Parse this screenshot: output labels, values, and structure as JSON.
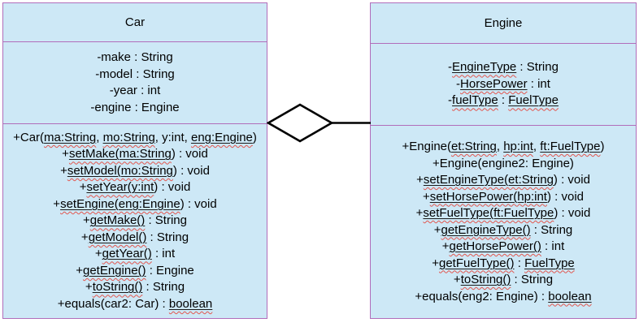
{
  "classes": [
    {
      "name": "Car",
      "attributes": [
        [
          {
            "text": "-make : String",
            "misspelled": false
          }
        ],
        [
          {
            "text": "-model : String",
            "misspelled": false
          }
        ],
        [
          {
            "text": "-year : int",
            "misspelled": false
          }
        ],
        [
          {
            "text": "-engine : Engine",
            "misspelled": false
          }
        ]
      ],
      "methods": [
        [
          {
            "text": "+Car(",
            "misspelled": false
          },
          {
            "text": "ma:String",
            "misspelled": true
          },
          {
            "text": ", ",
            "misspelled": false
          },
          {
            "text": "mo:String",
            "misspelled": true
          },
          {
            "text": ", y:int, ",
            "misspelled": false
          },
          {
            "text": "eng:Engine",
            "misspelled": true
          },
          {
            "text": ")",
            "misspelled": false
          }
        ],
        [
          {
            "text": "+",
            "misspelled": false
          },
          {
            "text": "setMake(ma:String",
            "misspelled": true
          },
          {
            "text": ") : void",
            "misspelled": false
          }
        ],
        [
          {
            "text": "+",
            "misspelled": false
          },
          {
            "text": "setModel(mo:String",
            "misspelled": true
          },
          {
            "text": ") : void",
            "misspelled": false
          }
        ],
        [
          {
            "text": "+",
            "misspelled": false
          },
          {
            "text": "setYear(y:int",
            "misspelled": true
          },
          {
            "text": ") : void",
            "misspelled": false
          }
        ],
        [
          {
            "text": "+",
            "misspelled": false
          },
          {
            "text": "setEngine(eng:Engine",
            "misspelled": true
          },
          {
            "text": ") : void",
            "misspelled": false
          }
        ],
        [
          {
            "text": "+",
            "misspelled": false
          },
          {
            "text": "getMake()",
            "misspelled": true
          },
          {
            "text": " : String",
            "misspelled": false
          }
        ],
        [
          {
            "text": "+",
            "misspelled": false
          },
          {
            "text": "getModel()",
            "misspelled": true
          },
          {
            "text": " : String",
            "misspelled": false
          }
        ],
        [
          {
            "text": "+",
            "misspelled": false
          },
          {
            "text": "getYear()",
            "misspelled": true
          },
          {
            "text": " : int",
            "misspelled": false
          }
        ],
        [
          {
            "text": "+",
            "misspelled": false
          },
          {
            "text": "getEngine()",
            "misspelled": true
          },
          {
            "text": " : Engine",
            "misspelled": false
          }
        ],
        [
          {
            "text": "+",
            "misspelled": false
          },
          {
            "text": "toString()",
            "misspelled": true
          },
          {
            "text": " : String",
            "misspelled": false
          }
        ],
        [
          {
            "text": "+equals(car2: Car) : ",
            "misspelled": false
          },
          {
            "text": "boolean",
            "misspelled": true
          }
        ]
      ]
    },
    {
      "name": "Engine",
      "attributes": [
        [
          {
            "text": "-",
            "misspelled": false
          },
          {
            "text": "EngineType",
            "misspelled": true
          },
          {
            "text": " : String",
            "misspelled": false
          }
        ],
        [
          {
            "text": "-",
            "misspelled": false
          },
          {
            "text": "HorsePower",
            "misspelled": true
          },
          {
            "text": " : int",
            "misspelled": false
          }
        ],
        [
          {
            "text": "-",
            "misspelled": false
          },
          {
            "text": "fuelType",
            "misspelled": true
          },
          {
            "text": " : ",
            "misspelled": false
          },
          {
            "text": "FuelType",
            "misspelled": true
          }
        ]
      ],
      "methods": [
        [
          {
            "text": "+Engine(",
            "misspelled": false
          },
          {
            "text": "et:String",
            "misspelled": true
          },
          {
            "text": ", ",
            "misspelled": false
          },
          {
            "text": "hp:int",
            "misspelled": true
          },
          {
            "text": ", ",
            "misspelled": false
          },
          {
            "text": "ft:FuelType",
            "misspelled": true
          },
          {
            "text": ")",
            "misspelled": false
          }
        ],
        [
          {
            "text": "+Engine(engine2: Engine)",
            "misspelled": false
          }
        ],
        [
          {
            "text": "+",
            "misspelled": false
          },
          {
            "text": "setEngineType(et:String",
            "misspelled": true
          },
          {
            "text": ") : void",
            "misspelled": false
          }
        ],
        [
          {
            "text": "+",
            "misspelled": false
          },
          {
            "text": "setHorsePower(hp:int",
            "misspelled": true
          },
          {
            "text": ") : void",
            "misspelled": false
          }
        ],
        [
          {
            "text": "+",
            "misspelled": false
          },
          {
            "text": "setFuelType(ft:FuelType",
            "misspelled": true
          },
          {
            "text": ") : void",
            "misspelled": false
          }
        ],
        [
          {
            "text": "+",
            "misspelled": false
          },
          {
            "text": "getEngineType()",
            "misspelled": true
          },
          {
            "text": " : String",
            "misspelled": false
          }
        ],
        [
          {
            "text": "+",
            "misspelled": false
          },
          {
            "text": "getHorsePower()",
            "misspelled": true
          },
          {
            "text": " : int",
            "misspelled": false
          }
        ],
        [
          {
            "text": "+",
            "misspelled": false
          },
          {
            "text": "getFuelType()",
            "misspelled": true
          },
          {
            "text": " : ",
            "misspelled": false
          },
          {
            "text": "FuelType",
            "misspelled": true
          }
        ],
        [
          {
            "text": "+",
            "misspelled": false
          },
          {
            "text": "toString()",
            "misspelled": true
          },
          {
            "text": " : String",
            "misspelled": false
          }
        ],
        [
          {
            "text": "+equals(eng2: Engine) : ",
            "misspelled": false
          },
          {
            "text": "boolean",
            "misspelled": true
          }
        ]
      ]
    }
  ],
  "connector": {
    "kind": "aggregation",
    "diamond_style": "hollow",
    "from_class": "Car",
    "to_class": "Engine"
  },
  "colors": {
    "class_fill": "#cde8f6",
    "class_border": "#b16dba",
    "text": "#000000",
    "misspelling_squiggle": "#e2564e",
    "misspelling_underline": "#1a1a1a",
    "connector_line": "#000000",
    "diamond_fill": "#ffffff",
    "background": "#ffffff"
  }
}
